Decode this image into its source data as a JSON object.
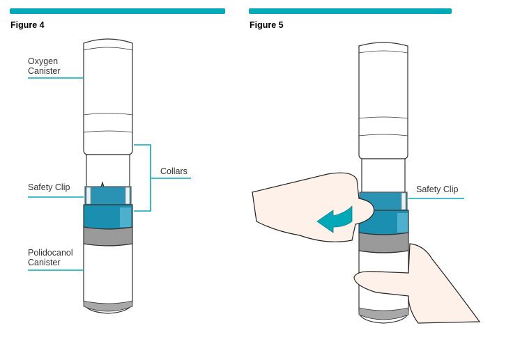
{
  "colors": {
    "accent": "#00a9b8",
    "collar_teal": "#1a8fb0",
    "collar_gray": "#999999",
    "skin": "#fdf1e9"
  },
  "figure4": {
    "title": "Figure 4",
    "labels": {
      "oxygen_line1": "Oxygen",
      "oxygen_line2": "Canister",
      "collars": "Collars",
      "safety_clip": "Safety Clip",
      "polidocanol_line1": "Polidocanol",
      "polidocanol_line2": "Canister"
    }
  },
  "figure5": {
    "title": "Figure 5",
    "labels": {
      "safety_clip": "Safety Clip"
    },
    "arrow_icon": "arrow-left-icon"
  }
}
